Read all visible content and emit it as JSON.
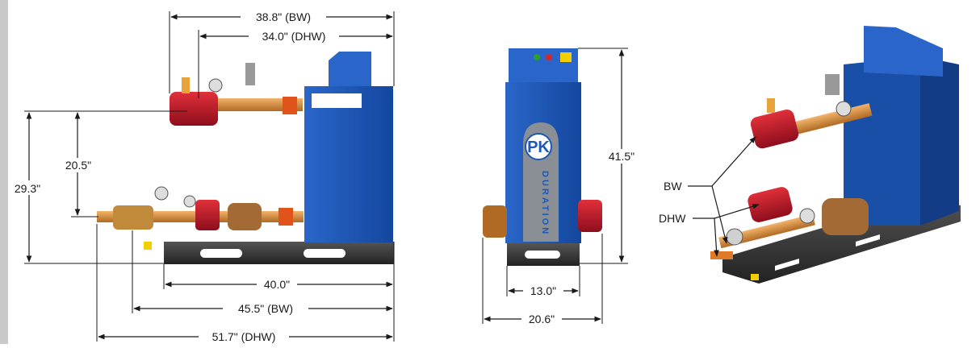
{
  "side_view": {
    "width_bw": "38.8\" (BW)",
    "width_dhw": "34.0\" (DHW)",
    "height_total": "29.3\"",
    "height_between": "20.5\"",
    "base_length": "40.0\"",
    "length_bw": "45.5\" (BW)",
    "length_dhw": "51.7\" (DHW)"
  },
  "front_view": {
    "logo": "PK",
    "brand": "DURATION",
    "height": "41.5\"",
    "width_inner": "13.0\"",
    "width_outer": "20.6\""
  },
  "iso_view": {
    "label_bw": "BW",
    "label_dhw": "DHW"
  },
  "colors": {
    "cabinet_blue": "#1f57b5",
    "pump_red": "#c8102e",
    "brass": "#d98a3a",
    "frame_dark": "#3a3a3a"
  }
}
